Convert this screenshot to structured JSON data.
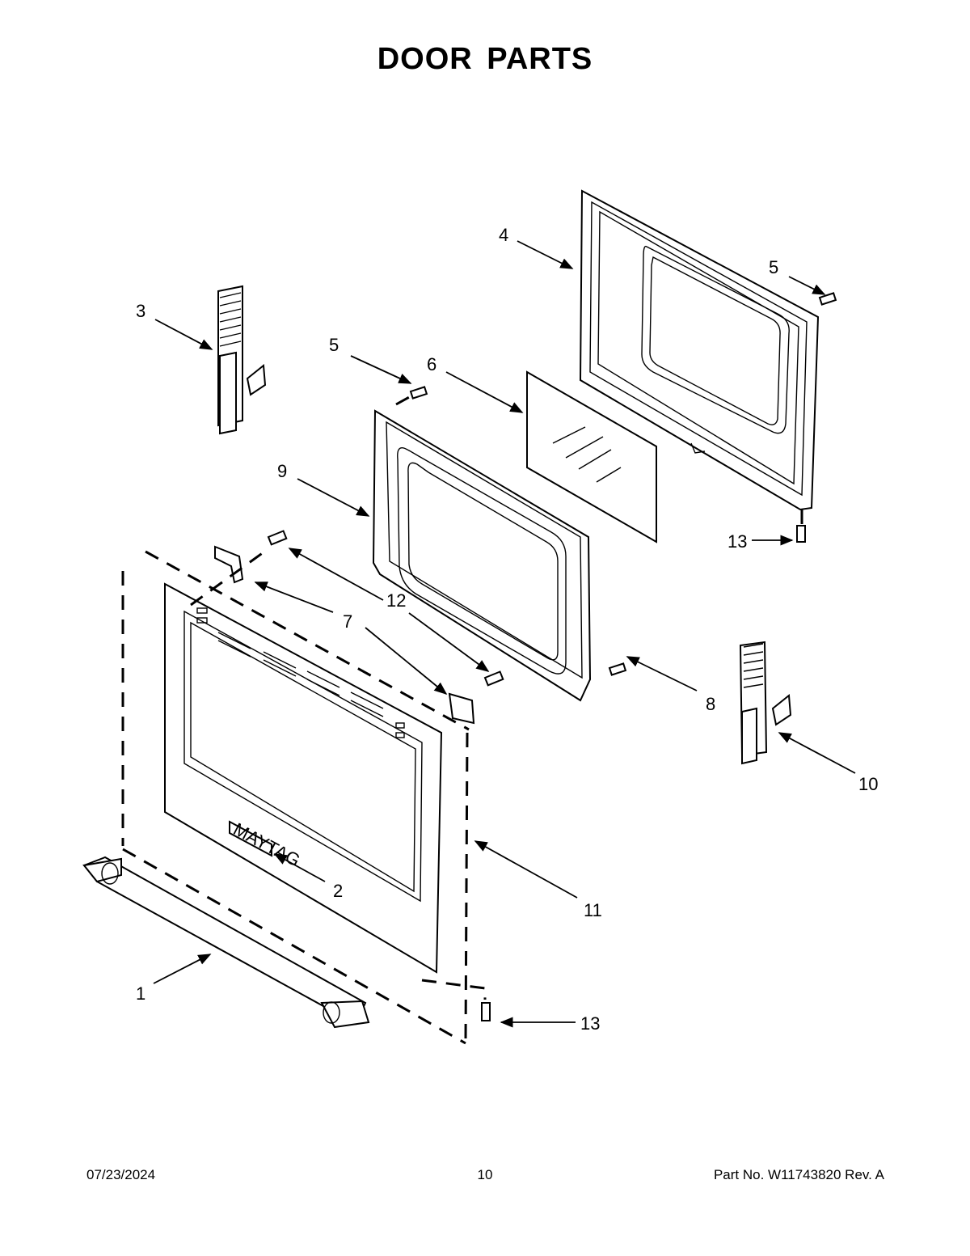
{
  "page": {
    "title": "DOOR PARTS",
    "footer": {
      "date": "07/23/2024",
      "page_number": "10",
      "part_number": "Part No.  W11743820  Rev.  A"
    }
  },
  "diagram": {
    "brand_badge": "MAYTAG",
    "callouts": [
      "1",
      "2",
      "3",
      "4",
      "5",
      "5",
      "6",
      "7",
      "8",
      "9",
      "10",
      "11",
      "12",
      "13",
      "13"
    ]
  }
}
